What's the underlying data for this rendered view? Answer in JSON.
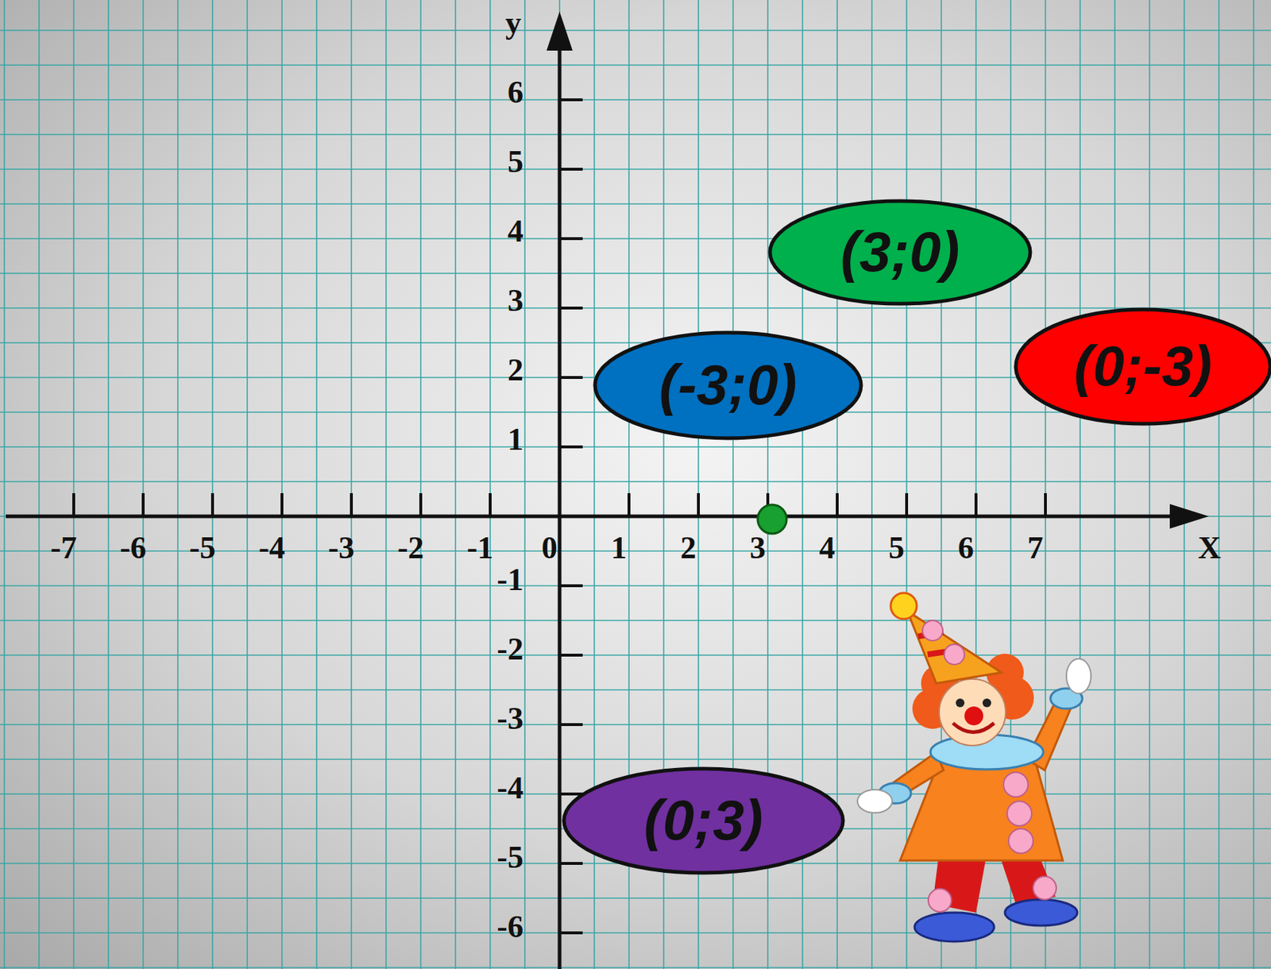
{
  "diagram": {
    "nodes": [
      {
        "text": [
          "(3;0)"
        ]
      },
      {
        "text": [
          "(0;-3)"
        ]
      },
      {
        "text": [
          "(-3;0)"
        ]
      },
      {
        "text": [
          "(0;3)"
        ]
      }
    ],
    "labels": [
      "y",
      "6",
      "5",
      "4",
      "3",
      "2",
      "1",
      "-7",
      "-6",
      "-5",
      "-4",
      "-3",
      "-2",
      "-1",
      "0",
      "1",
      "2",
      "3",
      "4",
      "5",
      "6",
      "7",
      "X",
      "-1",
      "-2",
      "-3",
      "-4",
      "-5",
      "-6"
    ]
  }
}
